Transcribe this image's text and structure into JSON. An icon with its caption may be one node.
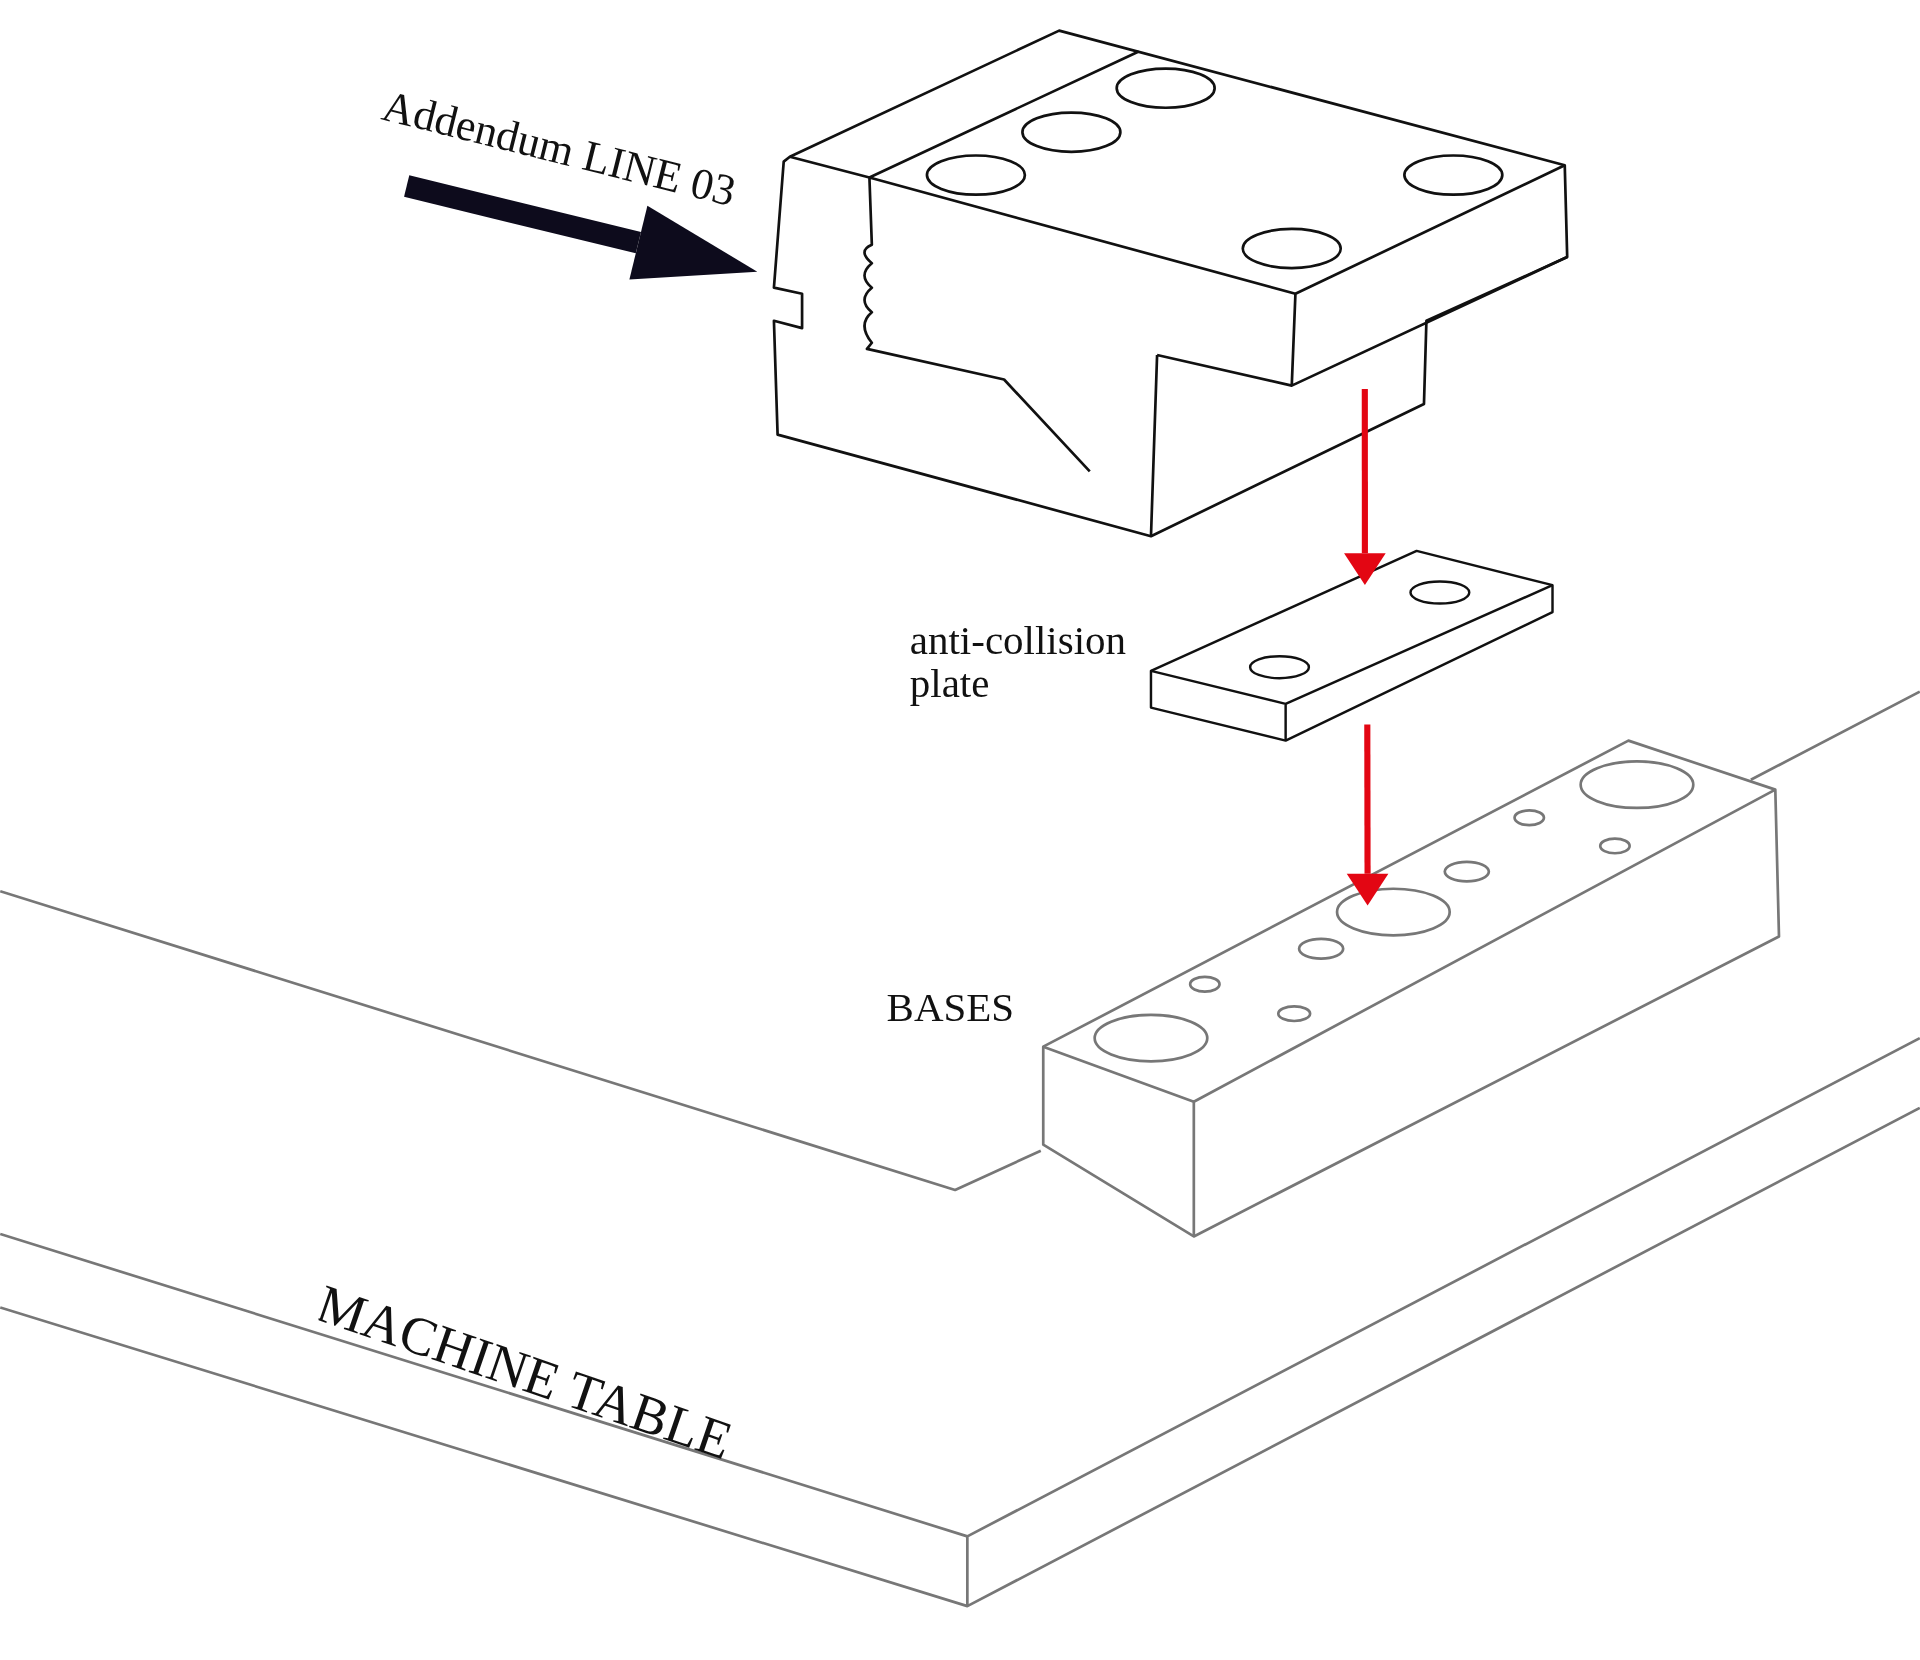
{
  "diagram": {
    "nodes": [
      {
        "text": [],
        "shape": "picture"
      },
      {
        "text": [
          "anti-collision plate"
        ]
      },
      {
        "text": [
          "BASES"
        ],
        "in": 3
      },
      {
        "text": [
          "MACHINE TABLE"
        ]
      }
    ],
    "edges": [
      {
        "from": null,
        "to": 0,
        "arrow": "to",
        "label": "Addendum LINE 03",
        "style": "thick",
        "color": "#0d0b1c"
      },
      {
        "from": 0,
        "to": 1,
        "arrow": "to"
      },
      {
        "from": 1,
        "to": 2,
        "arrow": "to"
      }
    ]
  }
}
